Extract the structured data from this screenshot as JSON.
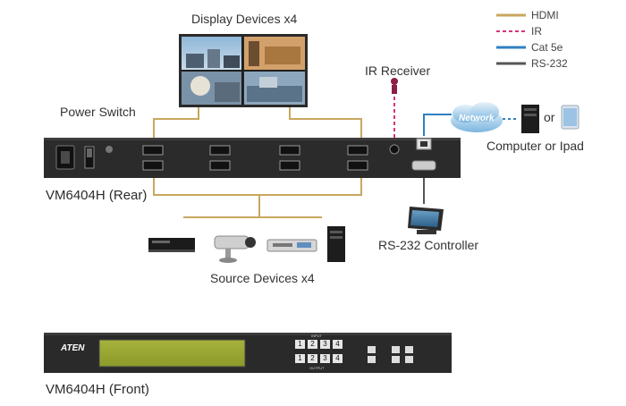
{
  "title": "Display Devices x4",
  "ir_receiver_label": "IR Receiver",
  "power_switch_label": "Power Switch",
  "rear_label": "VM6404H (Rear)",
  "front_label": "VM6404H (Front)",
  "network_label": "Network",
  "or_label": "or",
  "computer_label": "Computer or Ipad",
  "rs232_controller_label": "RS-232 Controller",
  "source_label": "Source Devices x4",
  "brand": "ATEN",
  "legend": [
    {
      "name": "HDMI",
      "color": "#c8a75e",
      "style": "solid"
    },
    {
      "name": "IR",
      "color": "#d4357a",
      "style": "dashed"
    },
    {
      "name": "Cat 5e",
      "color": "#2f7fc1",
      "style": "solid"
    },
    {
      "name": "RS-232",
      "color": "#555555",
      "style": "solid"
    }
  ],
  "front_keypad": {
    "top_caption": "INPUT",
    "bottom_caption": "OUTPUT",
    "row1": [
      "1",
      "2",
      "3",
      "4"
    ],
    "row2": [
      "1",
      "2",
      "3",
      "4"
    ]
  }
}
